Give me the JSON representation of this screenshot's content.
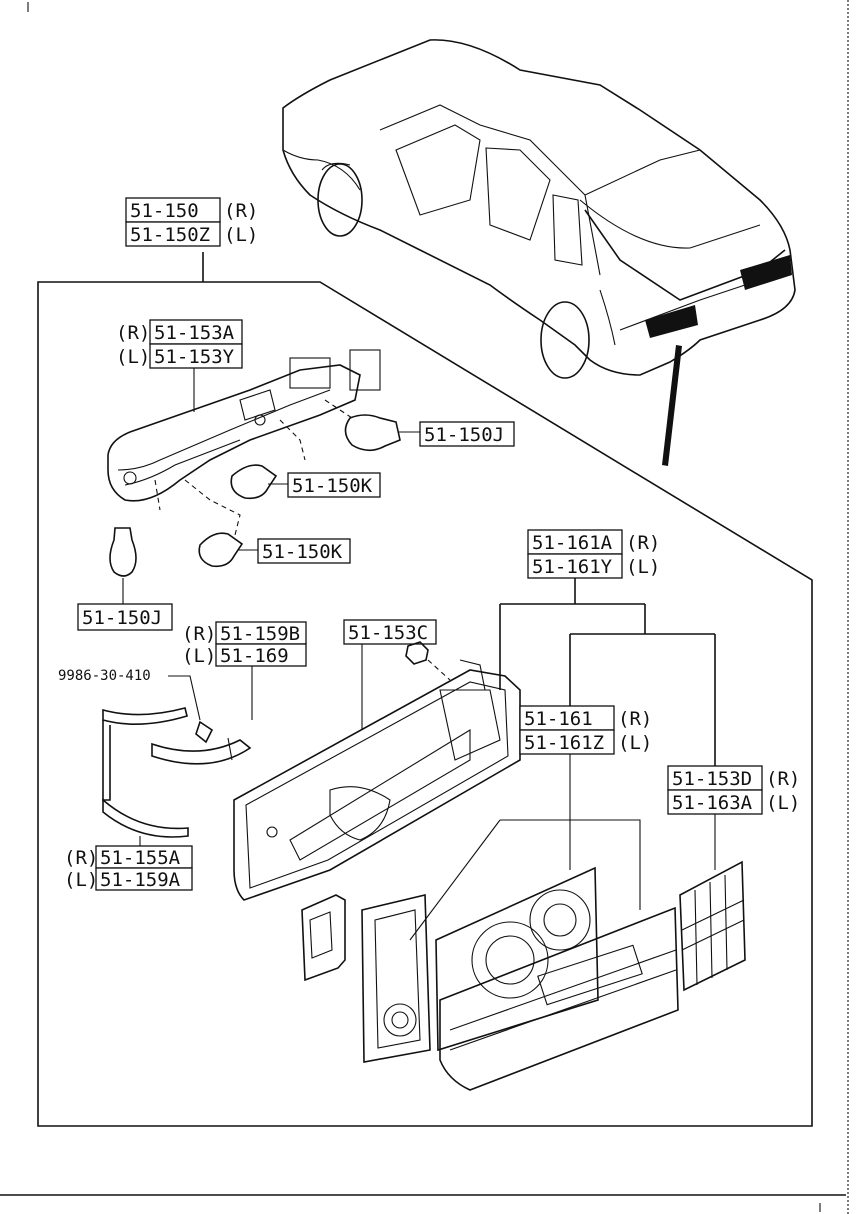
{
  "labels": {
    "assy_r": "51-150",
    "assy_r_side": "(R)",
    "assy_l": "51-150Z",
    "assy_l_side": "(L)",
    "socket_r_side": "(R)",
    "socket_r": "51-153A",
    "socket_l_side": "(L)",
    "socket_l": "51-153Y",
    "bulb_j1": "51-150J",
    "bulb_k1": "51-150K",
    "bulb_k2": "51-150K",
    "bulb_j2": "51-150J",
    "lens_r": "51-161A",
    "lens_r_side": "(R)",
    "lens_l": "51-161Y",
    "lens_l_side": "(L)",
    "gasket_r_side": "(R)",
    "gasket_r": "51-159B",
    "gasket_l_side": "(L)",
    "gasket_l": "51-169",
    "housing": "51-153C",
    "screw": "9986-30-410",
    "outer_r": "51-161",
    "outer_r_side": "(R)",
    "outer_l": "51-161Z",
    "outer_l_side": "(L)",
    "reflector_r": "51-153D",
    "reflector_r_side": "(R)",
    "reflector_l": "51-163A",
    "reflector_l_side": "(L)",
    "trim_r_side": "(R)",
    "trim_r": "51-155A",
    "trim_l_side": "(L)",
    "trim_l": "51-159A"
  }
}
